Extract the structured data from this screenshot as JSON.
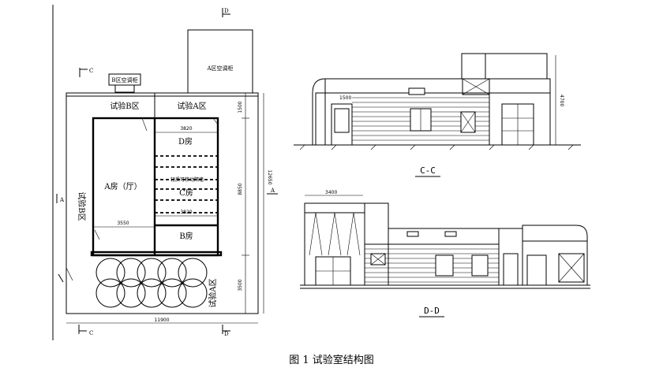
{
  "plan": {
    "section_mark_d": "D",
    "section_mark_c": "C",
    "b_ac_unit": "B区空调柜",
    "a_ac_unit": "A区空调柜",
    "zone_b_top": "试验B区",
    "zone_a_top": "试验A区",
    "zone_b_side": "试验B区",
    "zone_a_bottom": "试验A区",
    "room_d": "D房",
    "room_a": "A房（厅）",
    "room_c": "C房",
    "room_b": "B房",
    "movable_wall": "轻质可移动隔墙",
    "dim_1500": "1500",
    "dim_8850": "8850",
    "dim_3500": "3500",
    "dim_3550": "3550",
    "dim_3820a": "3820",
    "dim_3820b": "3820",
    "dim_11900": "11900",
    "dim_12650": "12650",
    "mark_a_right": "A",
    "mark_a_left": "A"
  },
  "elevation_cc": {
    "title": "C-C",
    "dim_top": "1500",
    "dim_right": "4700"
  },
  "elevation_dd": {
    "title": "D-D",
    "dim_top": "3400"
  },
  "caption": "图 1   试验室结构图"
}
